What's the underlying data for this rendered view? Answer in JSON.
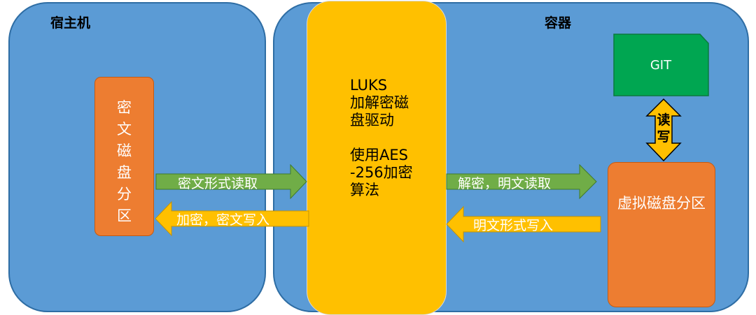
{
  "host": {
    "title": "宿主机",
    "partition_label": "密文磁盘分区"
  },
  "container": {
    "title": "容器",
    "partition_label": "虚拟磁盘分区",
    "git_label": "GIT"
  },
  "driver": {
    "lines_1": [
      "LUKS",
      "加解密磁盘驱动"
    ],
    "lines_2": [
      "使用AES-256加密算法"
    ]
  },
  "arrows": {
    "read_cipher": "密文形式读取",
    "write_cipher": "加密，密文写入",
    "read_plain": "解密，明文读取",
    "write_plain": "明文形式写入",
    "read_write": [
      "读",
      "写"
    ]
  },
  "colors": {
    "panel": "#5b9bd5",
    "driver": "#ffc000",
    "partition": "#ed7d31",
    "git": "#00a651",
    "arrow_green": "#70ad47",
    "arrow_yellow": "#ffc000"
  }
}
